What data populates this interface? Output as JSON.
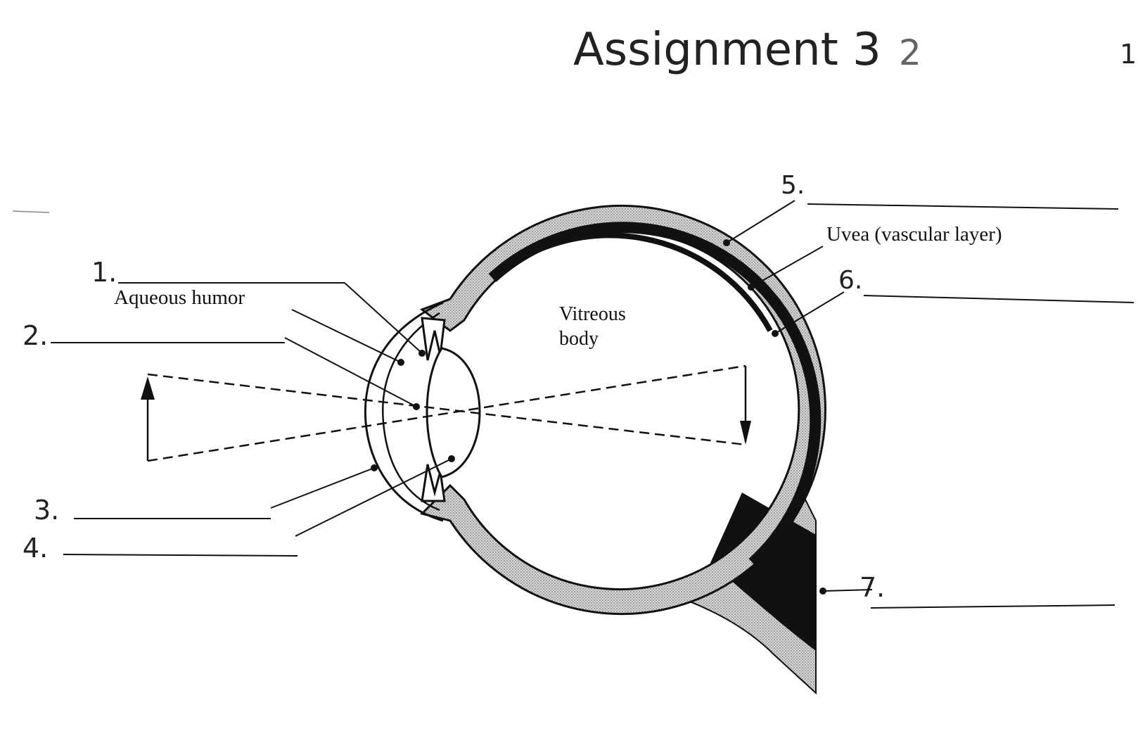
{
  "title": "Assignment 3",
  "title_strike": "2",
  "page_number": "1",
  "colors": {
    "ink": "#111111",
    "stipple": "#bdbdbd",
    "choroid": "#1a1a1a",
    "paper": "#ffffff"
  },
  "labels": {
    "aqueous_humor": "Aqueous humor",
    "vitreous_line1": "Vitreous",
    "vitreous_line2": "body",
    "uvea": "Uvea (vascular layer)"
  },
  "blanks": [
    {
      "number": "1.",
      "answer": ""
    },
    {
      "number": "2.",
      "answer": ""
    },
    {
      "number": "3.",
      "answer": ""
    },
    {
      "number": "4.",
      "answer": ""
    },
    {
      "number": "5.",
      "answer": ""
    },
    {
      "number": "6.",
      "answer": ""
    },
    {
      "number": "7.",
      "answer": ""
    }
  ]
}
